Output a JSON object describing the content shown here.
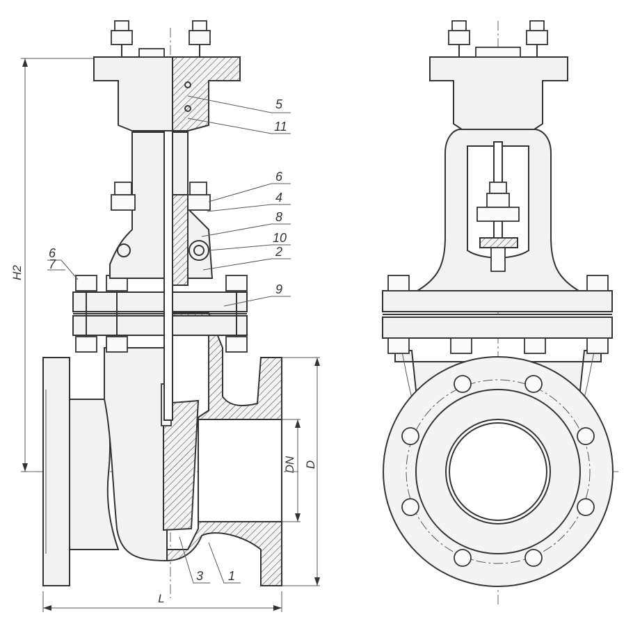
{
  "callouts": {
    "c5": "5",
    "c11": "11",
    "c6a": "6",
    "c4": "4",
    "c8": "8",
    "c10": "10",
    "c2": "2",
    "c9": "9",
    "c6b": "6",
    "c7": "7",
    "c3": "3",
    "c1": "1"
  },
  "dimensions": {
    "h2": "H2",
    "l": "L",
    "dn": "DN",
    "d": "D"
  },
  "colors": {
    "line": "#333333",
    "fill": "#f2f2f2"
  }
}
